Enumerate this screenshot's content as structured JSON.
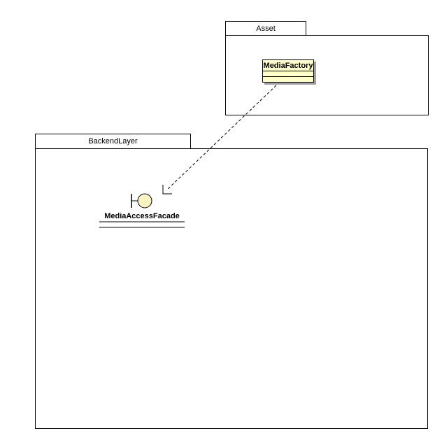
{
  "diagram": {
    "kind": "uml-package-diagram",
    "background_color": "#ffffff",
    "line_color": "#000000",
    "shadow_color": "#a0a0a0",
    "packages": [
      {
        "label": "Asset"
      },
      {
        "label": "BackendLayer"
      }
    ],
    "classes": [
      {
        "label": "MediaFactory",
        "package": "Asset",
        "fill": "#ffffcc",
        "empty_compartments": 2
      }
    ],
    "interfaces": [
      {
        "label": "MediaAccessFacade",
        "package": "BackendLayer",
        "fill": "#faf3c2",
        "symbol": "lollipop-with-socket",
        "separator_lines": 2
      }
    ],
    "relationships": [
      {
        "type": "dependency",
        "style": "dashed-open-arrow",
        "from": "MediaFactory",
        "to": "MediaAccessFacade"
      }
    ]
  }
}
